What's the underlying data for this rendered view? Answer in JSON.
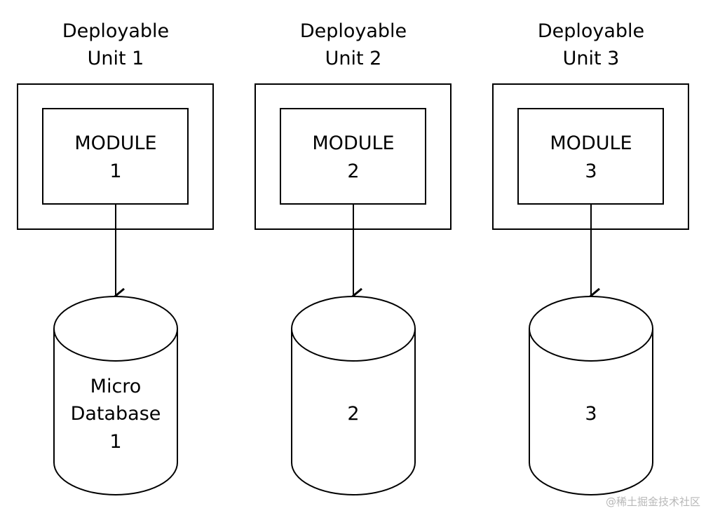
{
  "units": [
    {
      "title_line1": "Deployable",
      "title_line2": "Unit 1",
      "module_line1": "MODULE",
      "module_line2": "1",
      "db_lines": [
        "Micro",
        "Database",
        "1"
      ]
    },
    {
      "title_line1": "Deployable",
      "title_line2": "Unit 2",
      "module_line1": "MODULE",
      "module_line2": "2",
      "db_lines": [
        "2"
      ]
    },
    {
      "title_line1": "Deployable",
      "title_line2": "Unit 3",
      "module_line1": "MODULE",
      "module_line2": "3",
      "db_lines": [
        "3"
      ]
    }
  ],
  "watermark": "@稀土掘金技术社区",
  "colors": {
    "stroke": "#000000",
    "background": "#ffffff",
    "watermark": "#b8b8b8"
  }
}
